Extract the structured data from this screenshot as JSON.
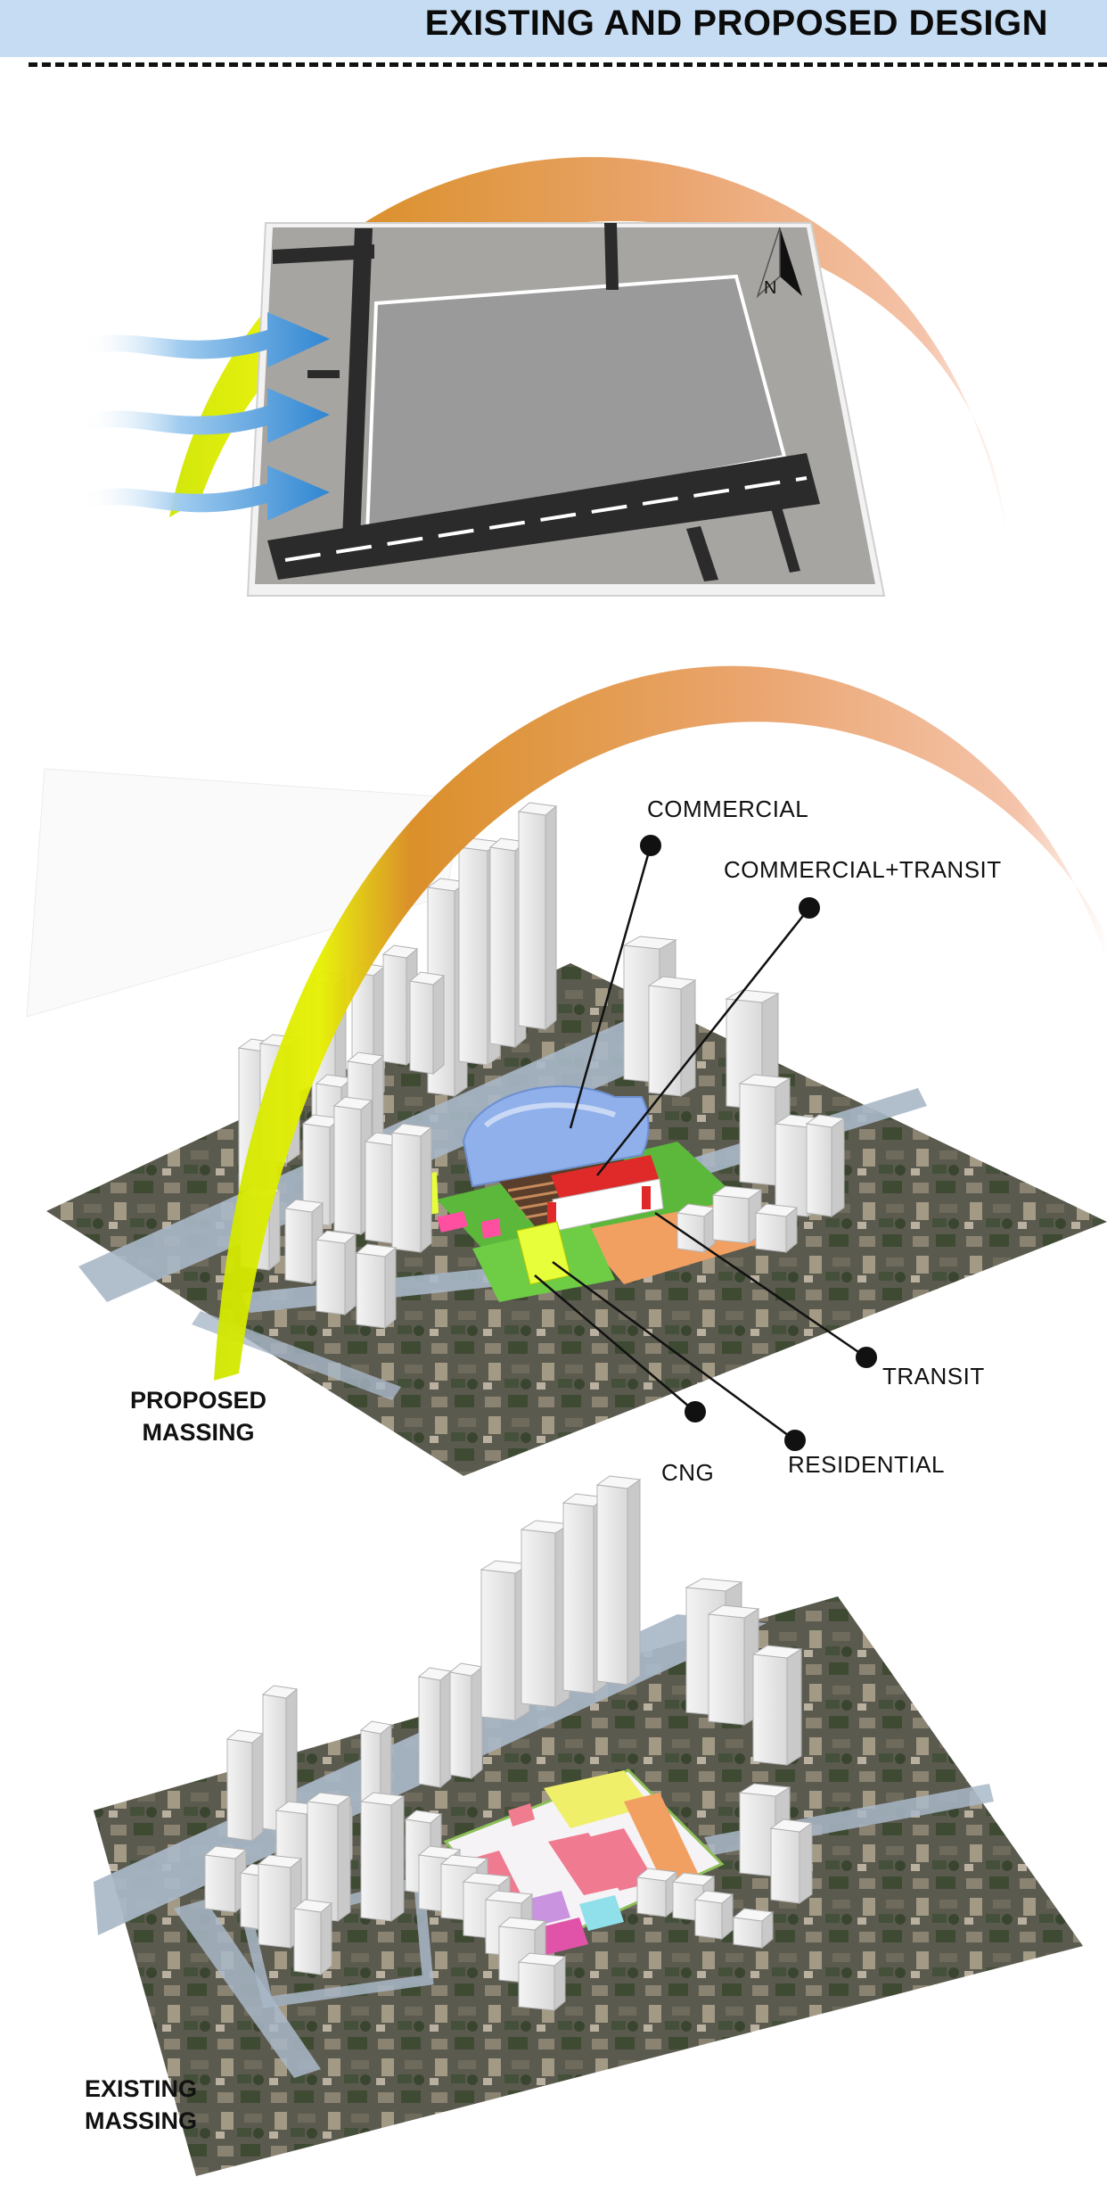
{
  "header": {
    "title": "EXISTING AND PROPOSED DESIGN"
  },
  "north": {
    "label": "N"
  },
  "labels": {
    "commercial": "COMMERCIAL",
    "commercial_transit": "COMMERCIAL+TRANSIT",
    "transit": "TRANSIT",
    "residential": "RESIDENTIAL",
    "cng": "CNG"
  },
  "proposed": {
    "line1": "PROPOSED",
    "line2": "MASSING"
  },
  "existing": {
    "line1": "EXISTING",
    "line2": "MASSING"
  },
  "colors": {
    "header_bg": "#c5dcf3",
    "sun_path_start": "#d9f200",
    "sun_path_mid": "#d98a1f",
    "sun_path_end": "#f4b89a",
    "wind": "#3a8fd6",
    "commercial": "#8fb0ea",
    "transit": "#e02a2a",
    "residential": "#f0ef6a",
    "cng": "#ff4fa0",
    "green_space": "#5bb83b",
    "open_plaza": "#f2a062"
  }
}
